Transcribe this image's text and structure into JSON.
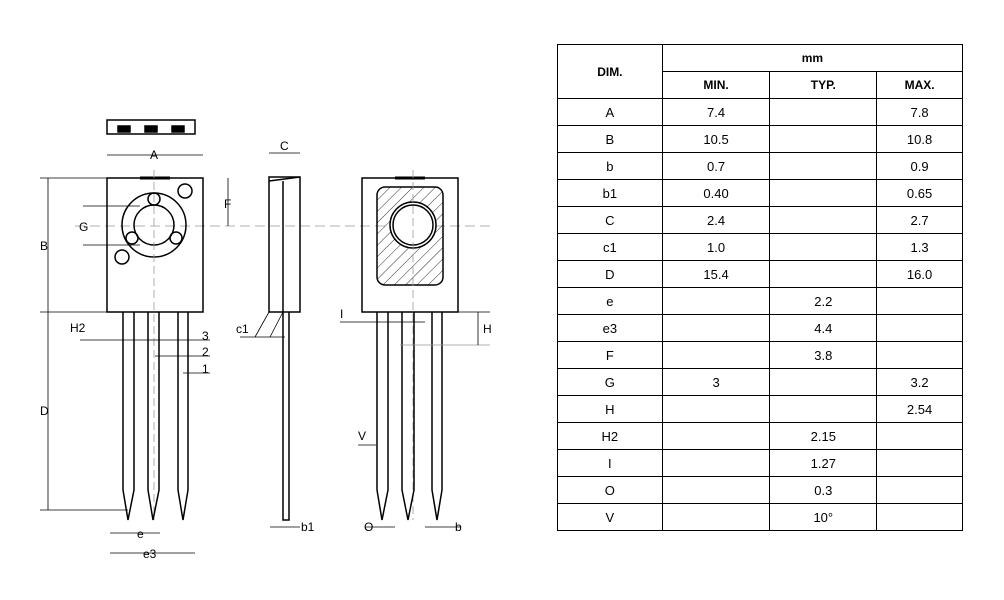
{
  "drawing": {
    "labels": {
      "A": "A",
      "B": "B",
      "C": "C",
      "D": "D",
      "F": "F",
      "G": "G",
      "H": "H",
      "H2": "H2",
      "I": "I",
      "c1": "c1",
      "e": "e",
      "e3": "e3",
      "b1": "b1",
      "b": "b",
      "O": "O",
      "V": "V",
      "pin1": "1",
      "pin2": "2",
      "pin3": "3"
    }
  },
  "table": {
    "dim_header": "DIM.",
    "unit_header": "mm",
    "col_headers": [
      "MIN.",
      "TYP.",
      "MAX."
    ],
    "rows": [
      {
        "dim": "A",
        "min": "7.4",
        "typ": "",
        "max": "7.8"
      },
      {
        "dim": "B",
        "min": "10.5",
        "typ": "",
        "max": "10.8"
      },
      {
        "dim": "b",
        "min": "0.7",
        "typ": "",
        "max": "0.9"
      },
      {
        "dim": "b1",
        "min": "0.40",
        "typ": "",
        "max": "0.65"
      },
      {
        "dim": "C",
        "min": "2.4",
        "typ": "",
        "max": "2.7"
      },
      {
        "dim": "c1",
        "min": "1.0",
        "typ": "",
        "max": "1.3"
      },
      {
        "dim": "D",
        "min": "15.4",
        "typ": "",
        "max": "16.0"
      },
      {
        "dim": "e",
        "min": "",
        "typ": "2.2",
        "max": ""
      },
      {
        "dim": "e3",
        "min": "",
        "typ": "4.4",
        "max": ""
      },
      {
        "dim": "F",
        "min": "",
        "typ": "3.8",
        "max": ""
      },
      {
        "dim": "G",
        "min": "3",
        "typ": "",
        "max": "3.2"
      },
      {
        "dim": "H",
        "min": "",
        "typ": "",
        "max": "2.54"
      },
      {
        "dim": "H2",
        "min": "",
        "typ": "2.15",
        "max": ""
      },
      {
        "dim": "I",
        "min": "",
        "typ": "1.27",
        "max": ""
      },
      {
        "dim": "O",
        "min": "",
        "typ": "0.3",
        "max": ""
      },
      {
        "dim": "V",
        "min": "",
        "typ": "10°",
        "max": ""
      }
    ]
  }
}
